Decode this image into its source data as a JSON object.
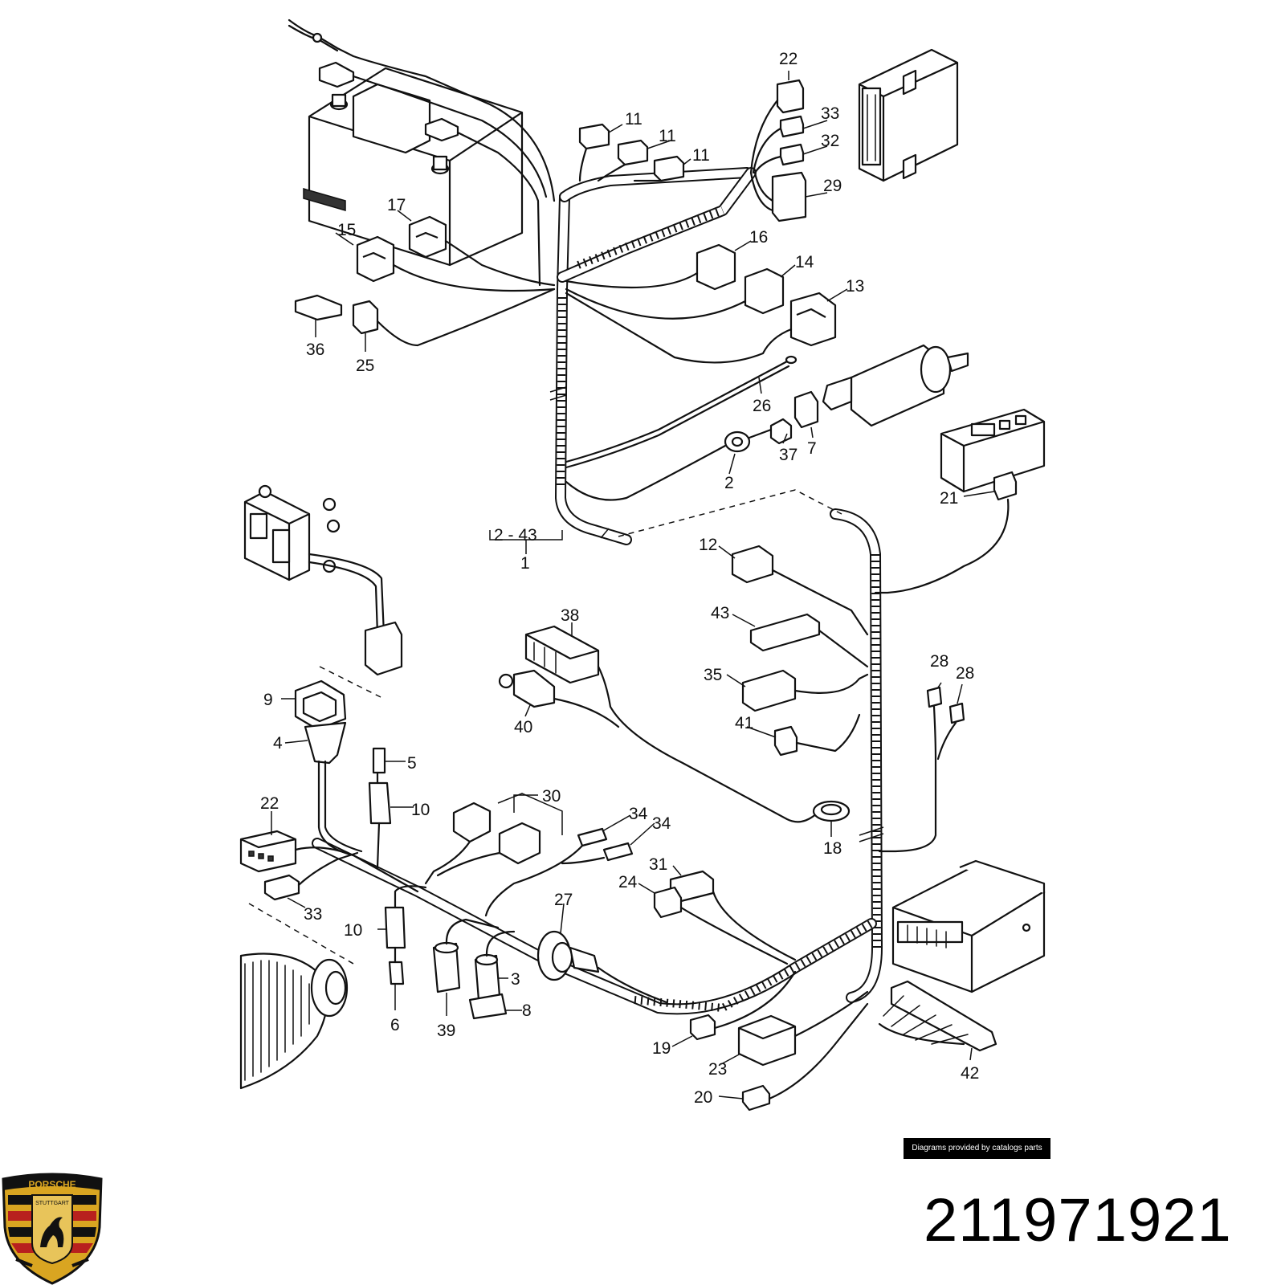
{
  "callouts": {
    "c22a": "22",
    "c33a": "33",
    "c32": "32",
    "c29": "29",
    "c11a": "11",
    "c11b": "11",
    "c11c": "11",
    "c17": "17",
    "c15": "15",
    "c16": "16",
    "c14": "14",
    "c13": "13",
    "c36": "36",
    "c25": "25",
    "c26": "26",
    "c37": "37",
    "c7": "7",
    "c2": "2",
    "c21": "21",
    "c12": "12",
    "c43": "43",
    "c38": "38",
    "c35": "35",
    "c41": "41",
    "c40": "40",
    "c28a": "28",
    "c28b": "28",
    "c9": "9",
    "c4": "4",
    "c5": "5",
    "c10a": "10",
    "c30": "30",
    "c34a": "34",
    "c34b": "34",
    "c22b": "22",
    "c33b": "33",
    "c18": "18",
    "c31": "31",
    "c24": "24",
    "c27": "27",
    "c10b": "10",
    "c3": "3",
    "c6": "6",
    "c39": "39",
    "c8": "8",
    "c19": "19",
    "c23": "23",
    "c20": "20",
    "c42": "42",
    "range": "2 - 43",
    "c1": "1"
  },
  "credit": "Diagrams provided by catalogs parts",
  "part_number": "211971921",
  "logo": {
    "brand": "PORSCHE",
    "city": "STUTTGART",
    "colors": {
      "gold": "#d9a521",
      "red": "#b8201e",
      "black": "#111111"
    }
  }
}
